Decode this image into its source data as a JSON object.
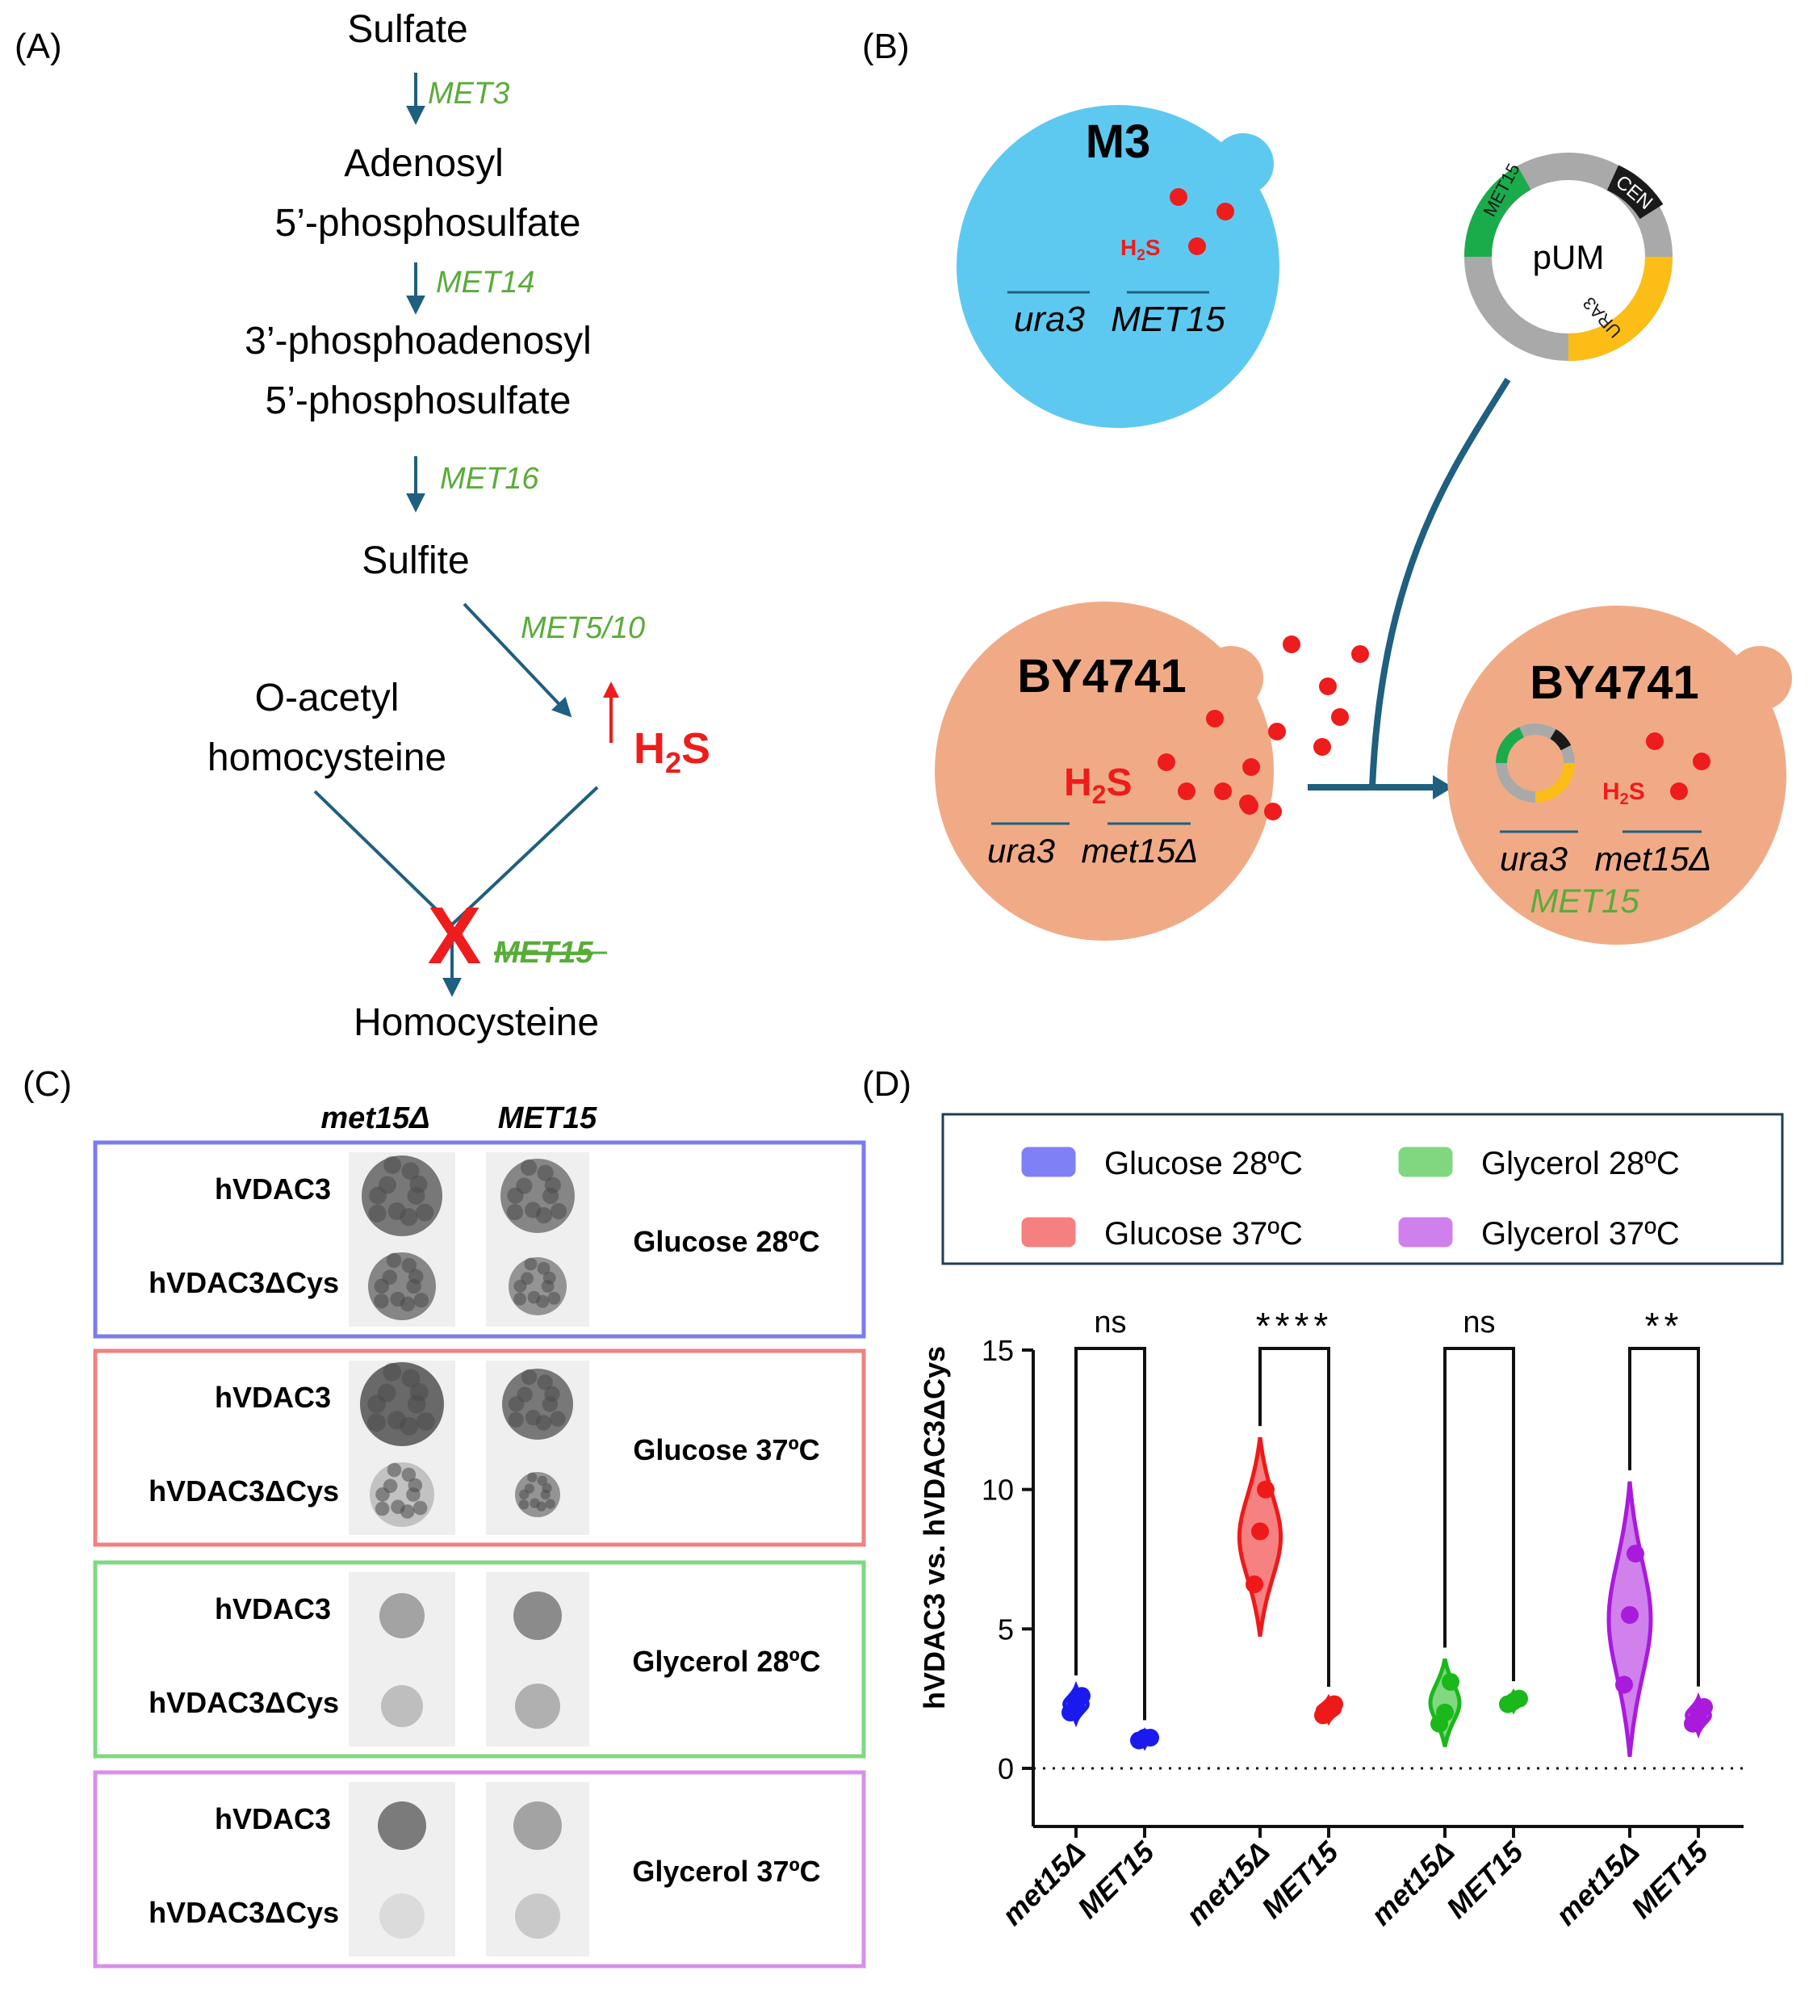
{
  "panel_labels": {
    "a": "(A)",
    "b": "(B)",
    "c": "(C)",
    "d": "(D)"
  },
  "pathway": {
    "sulfate": "Sulfate",
    "gene1": "MET3",
    "aps_line1": "Adenosyl",
    "aps_line2": "5’-phosphosulfate",
    "gene2": "MET14",
    "paps_line1": "3’-phosphoadenosyl",
    "paps_line2": "5’-phosphosulfate",
    "gene3": "MET16",
    "sulfite": "Sulfite",
    "gene4": "MET5/10",
    "h2s_main": "H",
    "h2s_sub": "2",
    "h2s_end": "S",
    "oah_line1": "O-acetyl",
    "oah_line2": "homocysteine",
    "x_mark": "X",
    "gene5": "MET15",
    "homocysteine": "Homocysteine",
    "colors": {
      "arrow": "#1f5f7f",
      "gene": "#5aac3a",
      "block": "#ee1c1c"
    }
  },
  "schematic": {
    "m3": {
      "name": "M3",
      "genotype1": "ura3",
      "genotype2": "MET15",
      "h2s": "H",
      "h2s_sub": "2",
      "h2s_end": "S",
      "color": "#5ec9f0"
    },
    "plasmid": {
      "name": "pUM",
      "seg_met15": "MET15",
      "seg_cen": "CEN",
      "seg_ura3": "URA3",
      "colors": {
        "met15": "#1aab4b",
        "cen": "#1a1a1a",
        "ura3": "#fbbd16",
        "backbone": "#a9a9a9"
      }
    },
    "by_left": {
      "name": "BY4741",
      "h2s": "H",
      "h2s_sub": "2",
      "h2s_end": "S",
      "genotype1": "ura3",
      "genotype2": "met15Δ",
      "color": "#f0ab86"
    },
    "by_right": {
      "name": "BY4741",
      "h2s": "H",
      "h2s_sub": "2",
      "h2s_end": "S",
      "genotype1": "ura3",
      "genotype2": "met15Δ",
      "genotype3": "MET15"
    }
  },
  "spot_assay": {
    "col_headers": [
      "met15Δ",
      "MET15"
    ],
    "rows": [
      {
        "label1": "hVDAC3",
        "label2": "hVDAC3ΔCys",
        "condition": "Glucose 28ºC",
        "color": "#7b7bf0"
      },
      {
        "label1": "hVDAC3",
        "label2": "hVDAC3ΔCys",
        "condition": "Glucose 37ºC",
        "color": "#f08080"
      },
      {
        "label1": "hVDAC3",
        "label2": "hVDAC3ΔCys",
        "condition": "Glycerol 28ºC",
        "color": "#80d880"
      },
      {
        "label1": "hVDAC3",
        "label2": "hVDAC3ΔCys",
        "condition": "Glycerol 37ºC",
        "color": "#d890e8"
      }
    ]
  },
  "chart_data": {
    "type": "violin",
    "ylabel": "hVDAC3 vs. hVDAC3ΔCys",
    "ylim": [
      0,
      15
    ],
    "yticks": [
      "0",
      "5",
      "10",
      "15"
    ],
    "categories": [
      "met15Δ",
      "MET15",
      "met15Δ",
      "MET15",
      "met15Δ",
      "MET15",
      "met15Δ",
      "MET15"
    ],
    "legend": [
      "Glucose 28ºC",
      "Glycerol 28ºC",
      "Glucose 37ºC",
      "Glycerol 37ºC"
    ],
    "series": [
      {
        "name": "Glucose 28ºC",
        "color": "#1a1aee",
        "met15d": [
          2.0,
          2.3,
          2.6
        ],
        "MET15": [
          1.0,
          1.1,
          1.1
        ],
        "significance": "ns"
      },
      {
        "name": "Glucose 37ºC",
        "color": "#ee1a1a",
        "met15d": [
          6.6,
          8.5,
          10.0
        ],
        "MET15": [
          1.9,
          2.1,
          2.3
        ],
        "significance": "****"
      },
      {
        "name": "Glycerol 28ºC",
        "color": "#1ab81a",
        "met15d": [
          1.6,
          2.0,
          3.1
        ],
        "MET15": [
          2.3,
          2.4,
          2.5
        ],
        "significance": "ns"
      },
      {
        "name": "Glycerol 37ºC",
        "color": "#aa1add",
        "met15d": [
          3.0,
          5.5,
          7.7
        ],
        "MET15": [
          1.6,
          1.9,
          2.2
        ],
        "significance": "**"
      }
    ]
  }
}
